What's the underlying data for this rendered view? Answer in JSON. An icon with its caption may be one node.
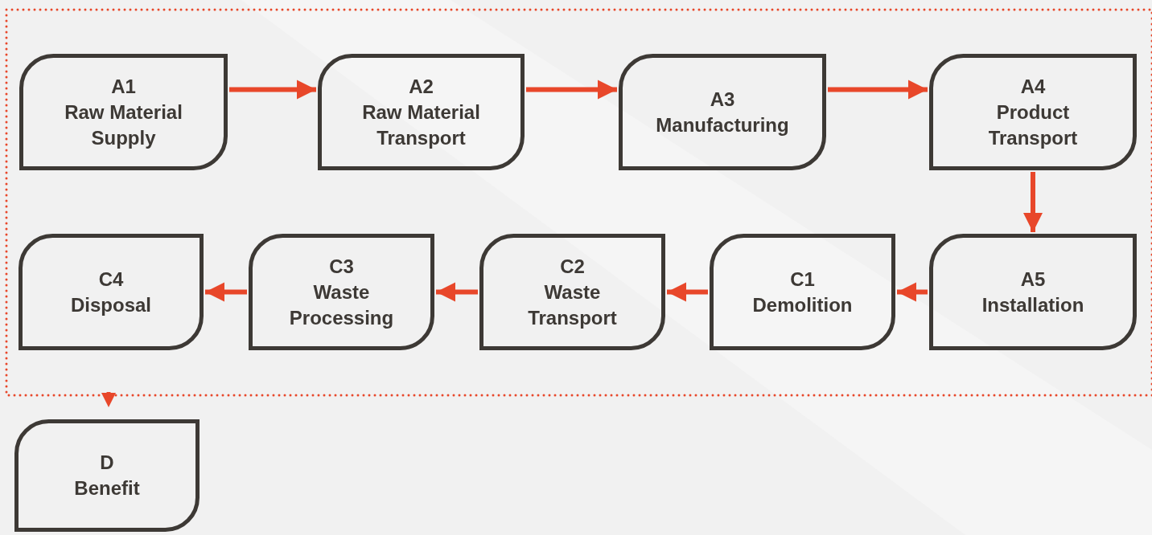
{
  "diagram": {
    "nodes": [
      {
        "text": [],
        "shape": "box"
      },
      {
        "text": [
          "A1",
          "Raw Material Supply"
        ],
        "in": 0
      },
      {
        "text": [
          "A2",
          "Raw Material Transport"
        ],
        "in": 0
      },
      {
        "text": [
          "A3",
          "Manufacturing"
        ],
        "in": 0
      },
      {
        "text": [
          "A4",
          "Product Transport"
        ],
        "in": 0
      },
      {
        "text": [
          "C4",
          "Disposal"
        ],
        "in": 0
      },
      {
        "text": [
          "C3",
          "Waste Processing"
        ],
        "in": 0
      },
      {
        "text": [
          "C2",
          "Waste Transport"
        ],
        "in": 0
      },
      {
        "text": [
          "C1",
          "Demolition"
        ],
        "in": 0
      },
      {
        "text": [
          "A5",
          "Installation"
        ],
        "in": 0
      },
      {
        "text": [
          "D",
          "Benefit"
        ]
      }
    ],
    "edges": [
      {
        "from": 1,
        "to": 2,
        "arrow": "to"
      },
      {
        "from": 2,
        "to": 3,
        "arrow": "to"
      },
      {
        "from": 3,
        "to": 4,
        "arrow": "to"
      },
      {
        "from": 4,
        "to": 9,
        "arrow": "to"
      },
      {
        "from": 9,
        "to": 8,
        "arrow": "to"
      },
      {
        "from": 8,
        "to": 7,
        "arrow": "to"
      },
      {
        "from": 7,
        "to": 6,
        "arrow": "to"
      },
      {
        "from": 6,
        "to": 5,
        "arrow": "to"
      },
      {
        "from": 0,
        "to": 10,
        "arrow": "to"
      }
    ]
  }
}
